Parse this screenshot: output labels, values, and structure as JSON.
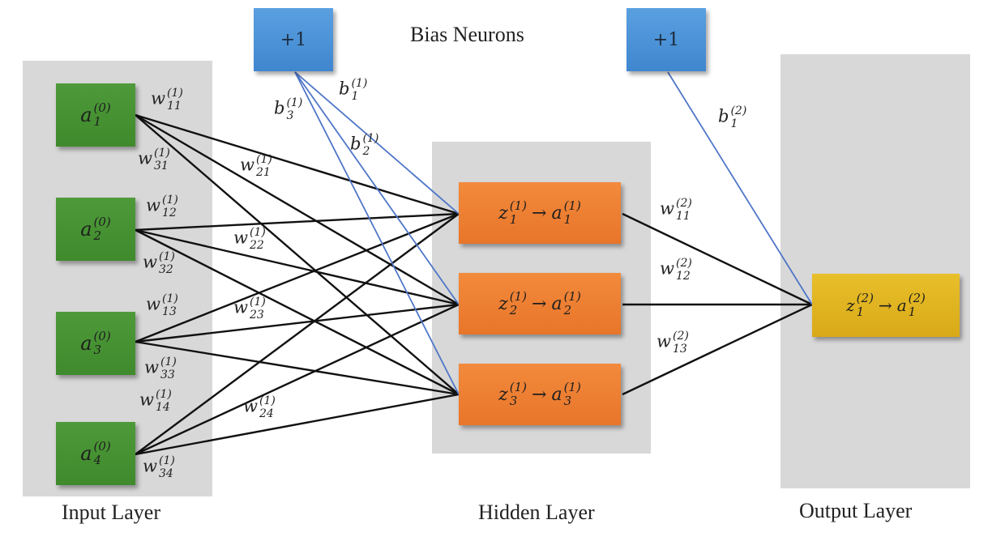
{
  "captions": {
    "bias": "Bias Neurons",
    "input": "Input Layer",
    "hidden": "Hidden Layer",
    "output": "Output Layer"
  },
  "bias_nodes": [
    "+1",
    "+1"
  ],
  "symbols": {
    "a": "a",
    "z": "z",
    "w": "w",
    "b": "b",
    "arrow": "→"
  },
  "input_nodes": [
    {
      "sub": "1",
      "sup": "(0)"
    },
    {
      "sub": "2",
      "sup": "(0)"
    },
    {
      "sub": "3",
      "sup": "(0)"
    },
    {
      "sub": "4",
      "sup": "(0)"
    }
  ],
  "hidden_nodes": [
    {
      "sub": "1",
      "sup": "(1)"
    },
    {
      "sub": "2",
      "sup": "(1)"
    },
    {
      "sub": "3",
      "sup": "(1)"
    }
  ],
  "output_node": {
    "sub": "1",
    "sup": "(2)"
  },
  "weight_labels": [
    {
      "sub": "11",
      "sup": "(1)"
    },
    {
      "sub": "31",
      "sup": "(1)"
    },
    {
      "sub": "21",
      "sup": "(1)"
    },
    {
      "sub": "12",
      "sup": "(1)"
    },
    {
      "sub": "22",
      "sup": "(1)"
    },
    {
      "sub": "32",
      "sup": "(1)"
    },
    {
      "sub": "13",
      "sup": "(1)"
    },
    {
      "sub": "23",
      "sup": "(1)"
    },
    {
      "sub": "33",
      "sup": "(1)"
    },
    {
      "sub": "14",
      "sup": "(1)"
    },
    {
      "sub": "24",
      "sup": "(1)"
    },
    {
      "sub": "34",
      "sup": "(1)"
    },
    {
      "sub": "11",
      "sup": "(2)"
    },
    {
      "sub": "12",
      "sup": "(2)"
    },
    {
      "sub": "13",
      "sup": "(2)"
    }
  ],
  "bias_labels": [
    {
      "sub": "1",
      "sup": "(1)"
    },
    {
      "sub": "2",
      "sup": "(1)"
    },
    {
      "sub": "3",
      "sup": "(1)"
    },
    {
      "sub": "1",
      "sup": "(2)"
    }
  ],
  "colors": {
    "input": "#4a9638",
    "hidden": "#ef8033",
    "output": "#e2b421",
    "bias": "#4b93d8",
    "panel": "#d8d8d8",
    "weight_edge": "#111111",
    "bias_edge": "#4f76c8"
  }
}
